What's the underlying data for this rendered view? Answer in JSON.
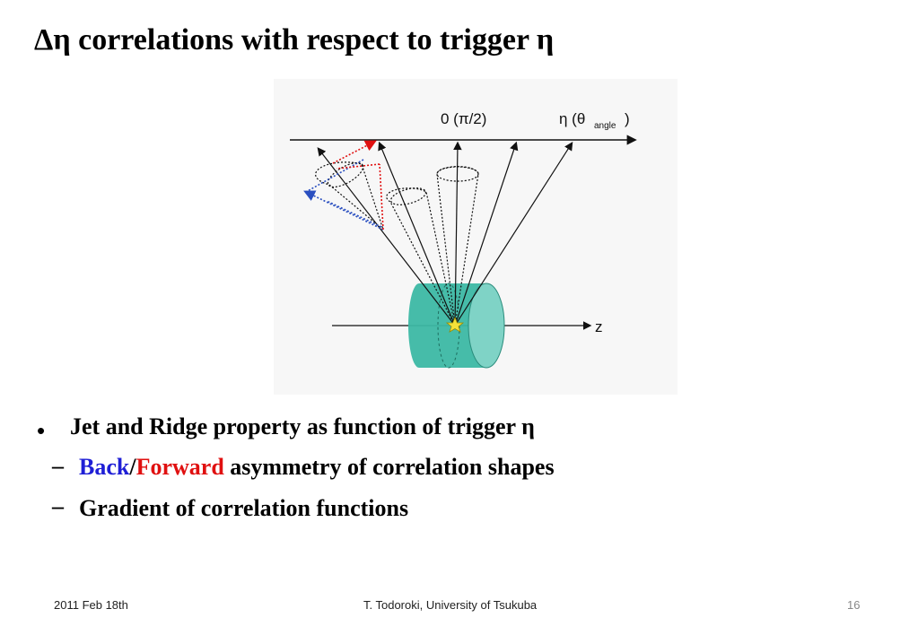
{
  "slide": {
    "title": "Δη correlations with respect to trigger η"
  },
  "figure": {
    "axis_label_top_left": "0 (π/2)",
    "axis_label_top_right_main": "η (θ",
    "axis_label_top_right_sub": "angle",
    "axis_label_top_right_end": ")",
    "axis_label_z": "z"
  },
  "bullets": {
    "item1": "Jet and Ridge property as function of trigger η",
    "sub1_back": "Back",
    "sub1_slash": "/",
    "sub1_forward": "Forward",
    "sub1_rest": " asymmetry of correlation shapes",
    "sub2": "Gradient of correlation functions",
    "bullet_char": "•",
    "dash_char": "–"
  },
  "footer": {
    "date": "2011 Feb 18th",
    "author": "T. Todoroki, University of Tsukuba",
    "page": "16"
  },
  "colors": {
    "back": "#1f1fd6",
    "forward": "#e01010",
    "detector": "#3cb8a4"
  }
}
